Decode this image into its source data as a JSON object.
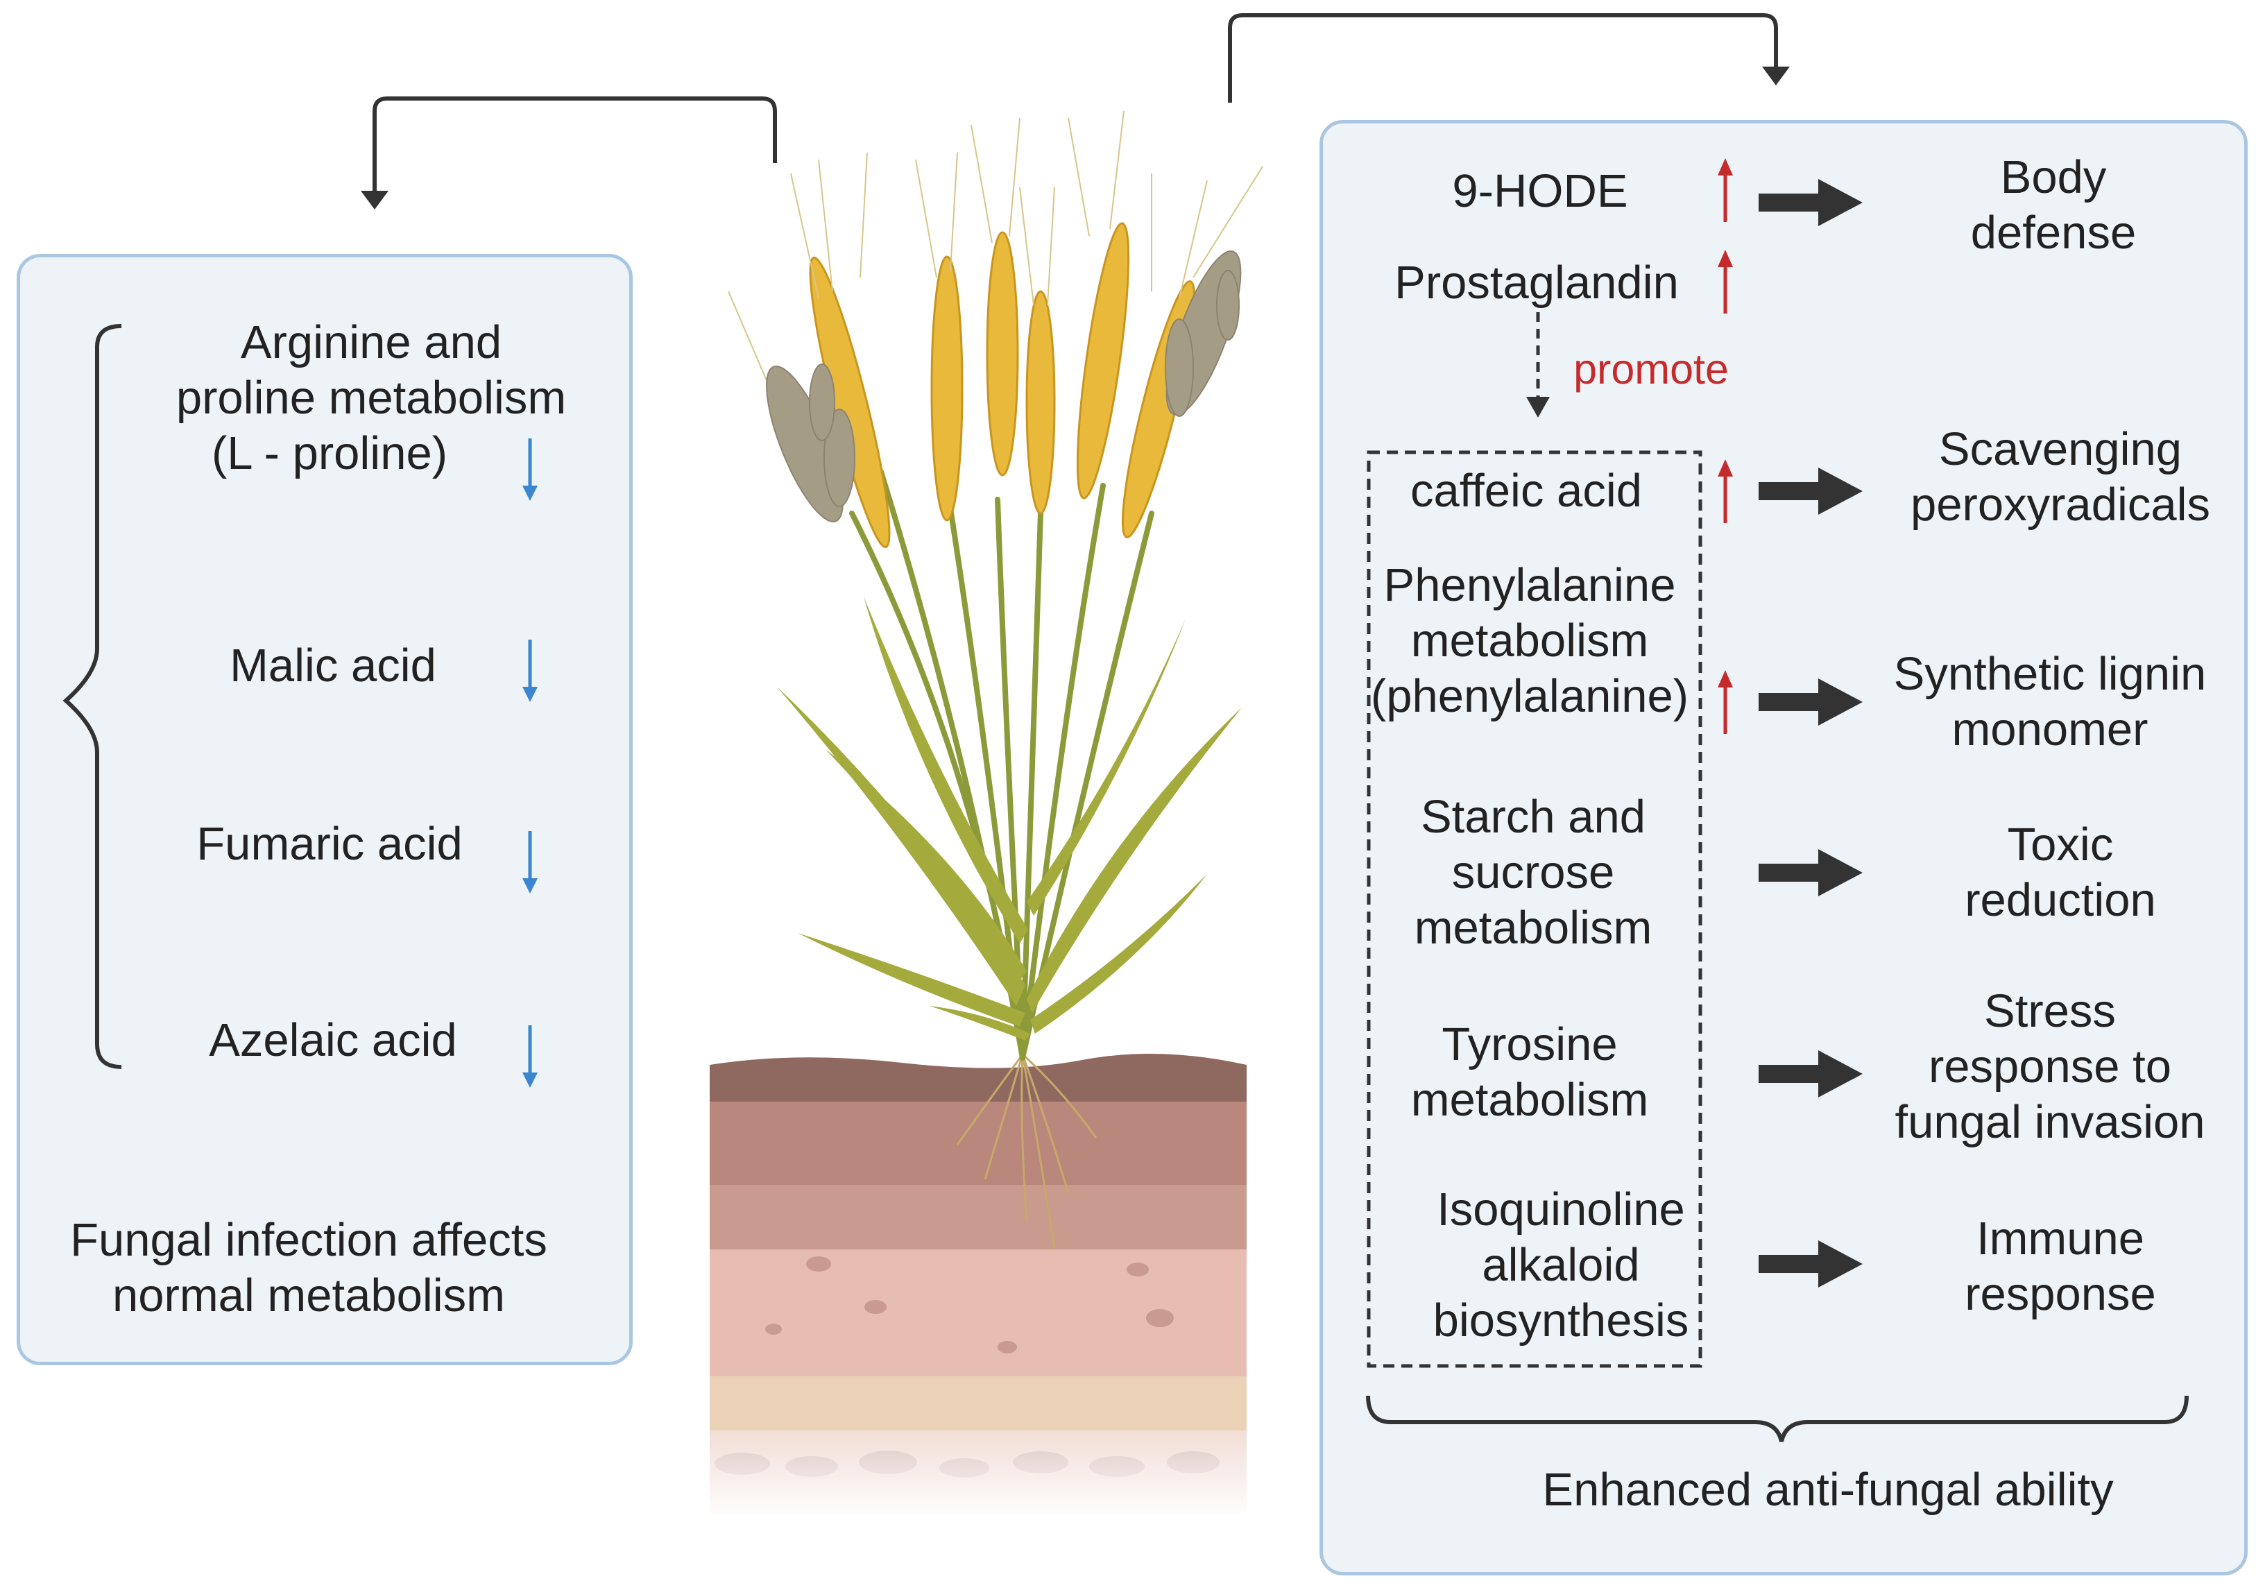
{
  "left_panel": {
    "items": [
      {
        "lines": [
          "Arginine and",
          "proline metabolism",
          "(L - proline)"
        ],
        "trend": "down"
      },
      {
        "lines": [
          "Malic acid"
        ],
        "trend": "down"
      },
      {
        "lines": [
          "Fumaric acid"
        ],
        "trend": "down"
      },
      {
        "lines": [
          "Azelaic acid"
        ],
        "trend": "down"
      }
    ],
    "footer": [
      "Fungal infection affects",
      "normal metabolism"
    ]
  },
  "right_panel": {
    "top_items": [
      {
        "label": "9-HODE",
        "trend": "up",
        "effect": [
          "Body",
          "defense"
        ]
      },
      {
        "label": "Prostaglandin",
        "trend": "up"
      }
    ],
    "promote_label": "promote",
    "boxed_items": [
      {
        "lines": [
          "caffeic acid"
        ],
        "trend": "up",
        "effect": [
          "Scavenging",
          "peroxyradicals"
        ]
      },
      {
        "lines": [
          "Phenylalanine",
          "metabolism",
          "(phenylalanine)"
        ],
        "trend": "up",
        "effect": [
          "Synthetic lignin",
          "monomer"
        ]
      },
      {
        "lines": [
          "Starch and",
          "sucrose",
          "metabolism"
        ],
        "effect": [
          "Toxic",
          "reduction"
        ]
      },
      {
        "lines": [
          "Tyrosine",
          "metabolism"
        ],
        "effect": [
          "Stress",
          "response to",
          "fungal invasion"
        ]
      },
      {
        "lines": [
          "Isoquinoline",
          "alkaloid",
          "biosynthesis"
        ],
        "effect": [
          "Immune",
          "response"
        ]
      }
    ],
    "footer": "Enhanced anti-fungal ability"
  },
  "colors": {
    "panel_fill": "#eef3f8",
    "panel_border": "#a9c6e2",
    "up_arrow": "#c62b2b",
    "down_arrow": "#3a86d0",
    "block_arrow": "#333333",
    "wheat_ear": "#e8b93a",
    "diseased_ear": "#a59c86",
    "stem": "#8c9a3a"
  }
}
